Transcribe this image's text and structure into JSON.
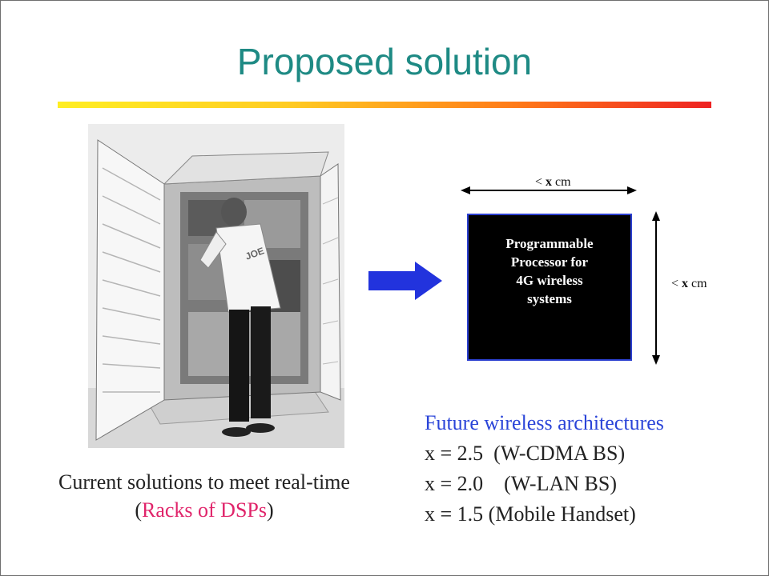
{
  "slide": {
    "title": "Proposed solution"
  },
  "photo": {
    "shirt_text": "JOE"
  },
  "caption": {
    "line1": "Current solutions to meet real-time",
    "line2_open": "(",
    "line2_highlight": "Racks of DSPs",
    "line2_close": ")"
  },
  "processor_box": {
    "line1": "Programmable",
    "line2": "Processor for",
    "line3": "4G wireless",
    "line4": "systems"
  },
  "dimensions": {
    "prefix": "<",
    "var": "x",
    "unit": "cm"
  },
  "future": {
    "heading": "Future wireless architectures",
    "items": [
      "x = 2.5  (W-CDMA BS)",
      "x = 2.0    (W-LAN BS)",
      "x = 1.5 (Mobile Handset)"
    ]
  },
  "colors": {
    "title": "#1e8a84",
    "highlight": "#e0246a",
    "heading": "#2a44d8",
    "arrow": "#2233dd"
  }
}
